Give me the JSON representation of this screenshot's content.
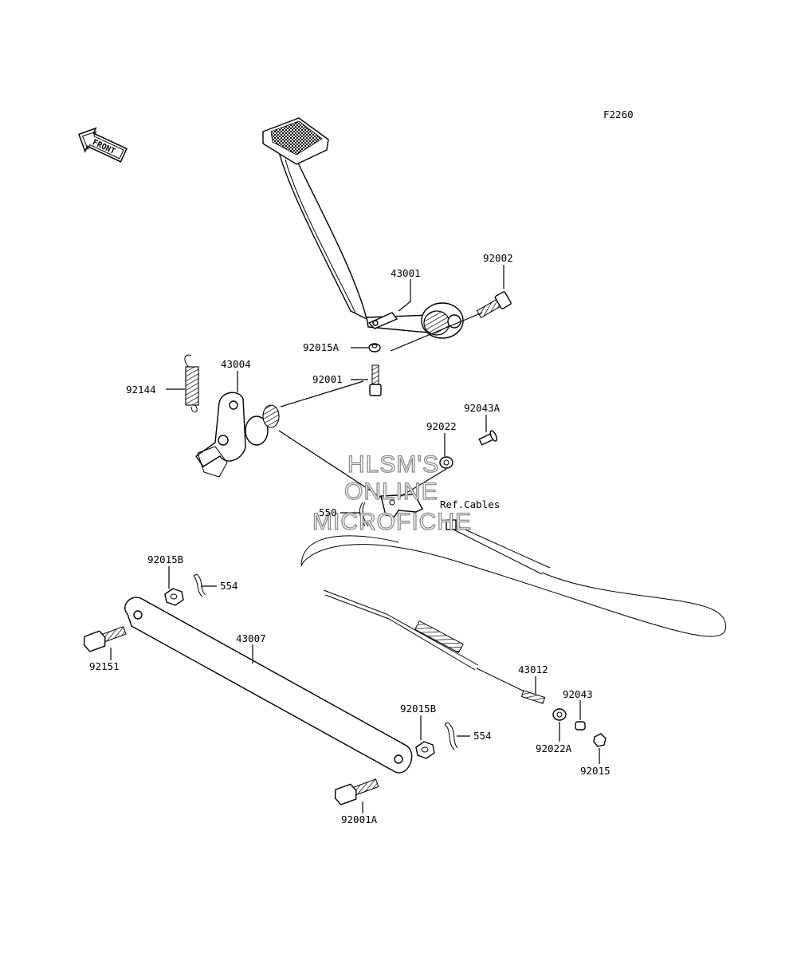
{
  "figure_code": "F2260",
  "front_arrow_text": "FRONT",
  "watermark": {
    "line1": "HLSM'S",
    "line2": "ONLINE",
    "line3": "MICROFICHE"
  },
  "ref_note": "Ref.Cables",
  "parts": {
    "p43001": "43001",
    "p92002": "92002",
    "p92015A": "92015A",
    "p92001": "92001",
    "p43004": "43004",
    "p92144": "92144",
    "p92043A": "92043A",
    "p92022": "92022",
    "p550": "550",
    "p92015B_top": "92015B",
    "p554_top": "554",
    "p43007": "43007",
    "p92151": "92151",
    "p43012": "43012",
    "p92043": "92043",
    "p92022A": "92022A",
    "p92015": "92015",
    "p92015B_bot": "92015B",
    "p554_bot": "554",
    "p92001A": "92001A"
  }
}
